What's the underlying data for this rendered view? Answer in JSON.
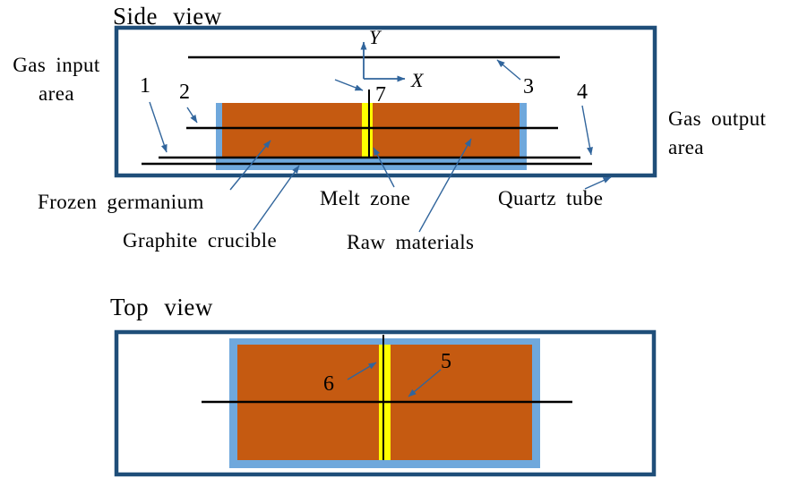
{
  "side_view": {
    "title": "Side view",
    "gas_input": {
      "line1": "Gas input",
      "line2": "area"
    },
    "gas_output": {
      "line1": "Gas output",
      "line2": "area"
    },
    "axis": {
      "x_label": "X",
      "y_label": "Y"
    },
    "part_labels": {
      "frozen_germanium": "Frozen germanium",
      "graphite_crucible": "Graphite crucible",
      "melt_zone": "Melt zone",
      "raw_materials": "Raw materials",
      "quartz_tube": "Quartz tube"
    },
    "callouts": {
      "n1": "1",
      "n2": "2",
      "n3": "3",
      "n4": "4",
      "n7": "7"
    }
  },
  "top_view": {
    "title": "Top view",
    "callouts": {
      "n5": "5",
      "n6": "6"
    }
  },
  "colors": {
    "tube_border": "#1F4E79",
    "crucible_blue": "#6FA8DC",
    "germanium_orange": "#C55A11",
    "melt_yellow": "#FFFF00",
    "arrow_blue": "#31659C",
    "heater_black": "#000000"
  }
}
